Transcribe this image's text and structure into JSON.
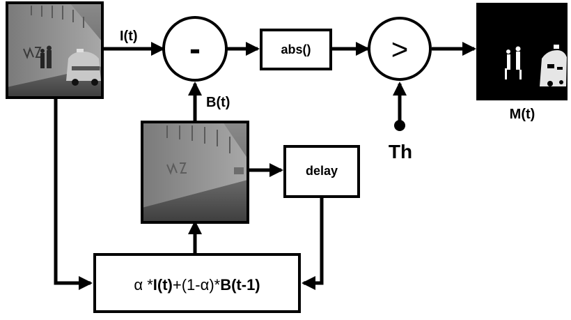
{
  "diagram": {
    "labels": {
      "input": "I(t)",
      "background": "B(t)",
      "threshold": "Th",
      "mask": "M(t)"
    },
    "blocks": {
      "subtract": "-",
      "abs": "abs()",
      "compare": ">",
      "delay": "delay"
    },
    "update_formula": {
      "alpha1": "α *",
      "it": "I(t)",
      "mid": "+(1-α)*",
      "bt1": "B(t-1)"
    }
  }
}
